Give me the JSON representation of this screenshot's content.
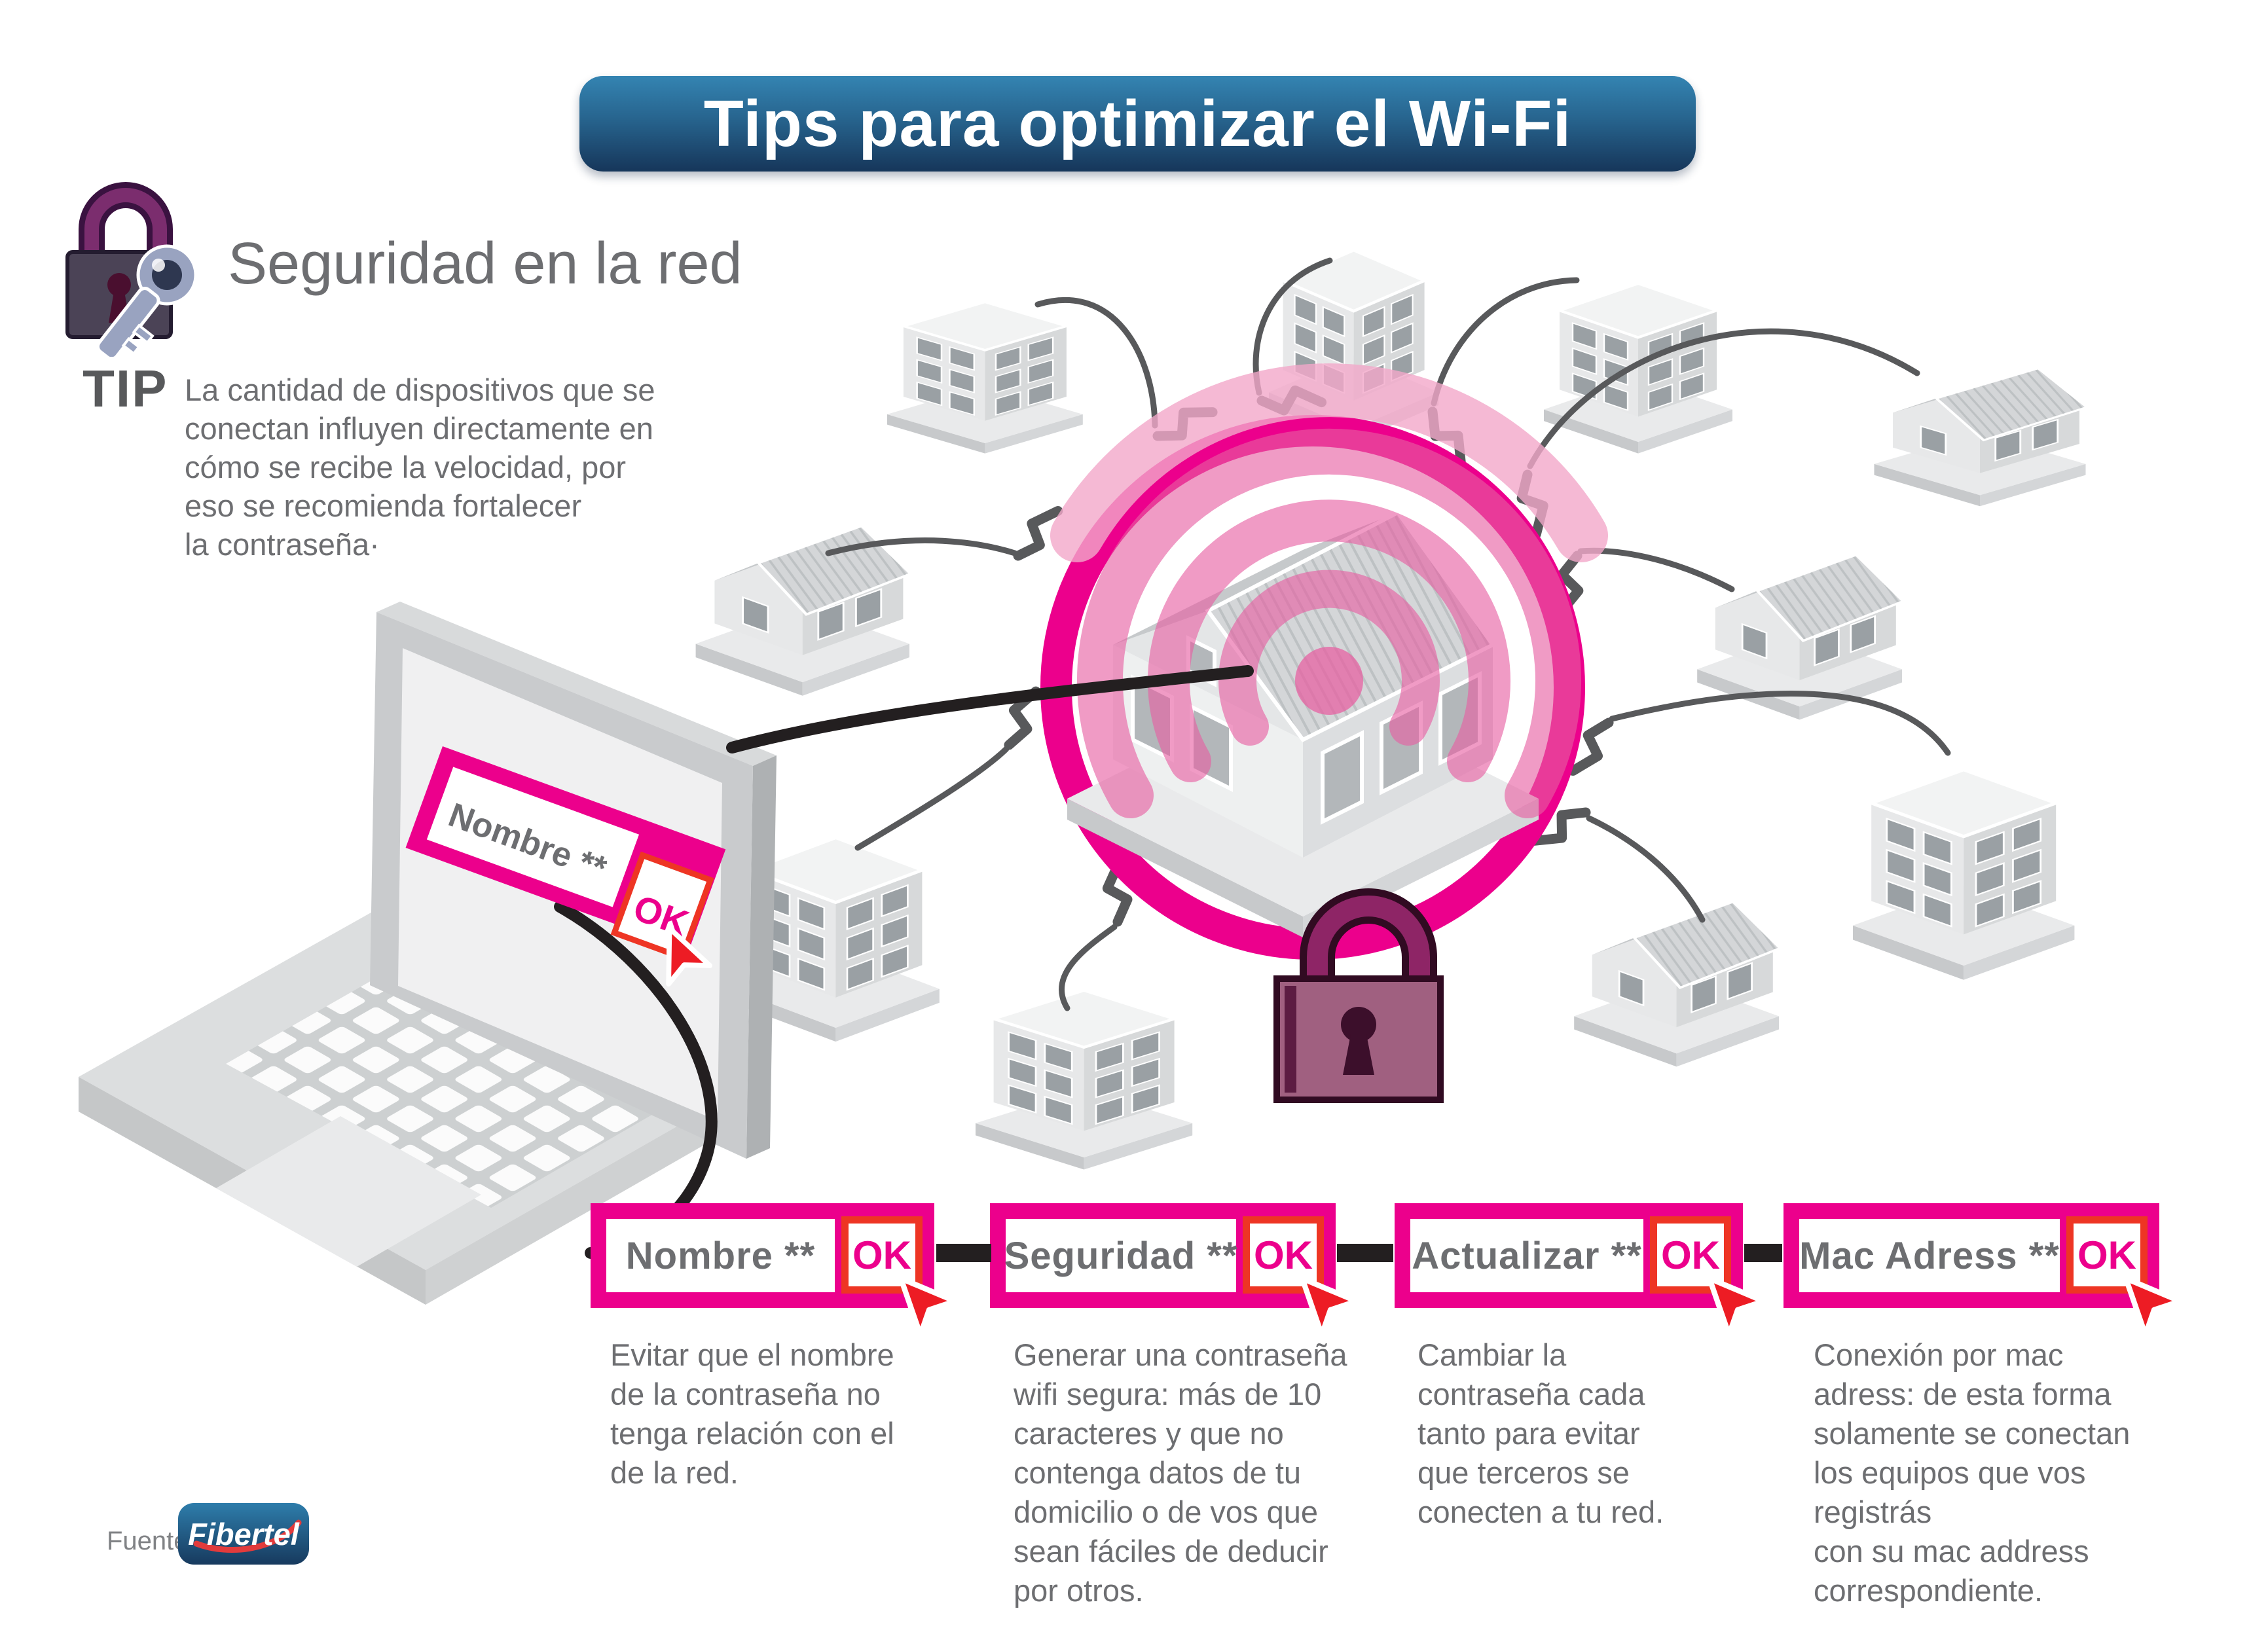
{
  "title": {
    "banner": "Tips para optimizar el Wi-Fi"
  },
  "heading": {
    "label": "Seguridad en la red"
  },
  "tip": {
    "label": "TIP",
    "text": "La cantidad de dispositivos que se\nconectan influyen directamente en\ncómo se recibe la velocidad, por\neso se recomienda fortalecer\nla contraseña·"
  },
  "laptop": {
    "field_label": "Nombre **",
    "ok_label": "OK"
  },
  "steps": [
    {
      "label": "Nombre **",
      "ok": "OK",
      "description": "Evitar que el nombre\nde la contraseña no\ntenga relación con el\nde la red."
    },
    {
      "label": "Seguridad **",
      "ok": "OK",
      "description": "Generar una contraseña\nwifi segura: más de 10\ncaracteres y que no\ncontenga datos de tu\ndomicilio o de vos que\nsean fáciles de deducir\npor otros."
    },
    {
      "label": "Actualizar **",
      "ok": "OK",
      "description": "Cambiar la\ncontraseña cada\ntanto para evitar\nque terceros se\nconecten a tu red."
    },
    {
      "label": "Mac Adress **",
      "ok": "OK",
      "description": "Conexión por mac\nadress: de esta forma\nsolamente se conectan\nlos equipos que vos\nregistrás\ncon su mac address\ncorrespondiente."
    }
  ],
  "source": {
    "label": "Fuente:",
    "brand": "Fibertel"
  },
  "colors": {
    "pink": "#ec008c",
    "banner_blue_top": "#3484b2",
    "banner_blue_bottom": "#16365a",
    "text_gray": "#6d6e71",
    "line_gray": "#58595b",
    "ok_border_red": "#ee3524",
    "cable_black": "#231f20",
    "padlock_plum": "#a06080"
  }
}
